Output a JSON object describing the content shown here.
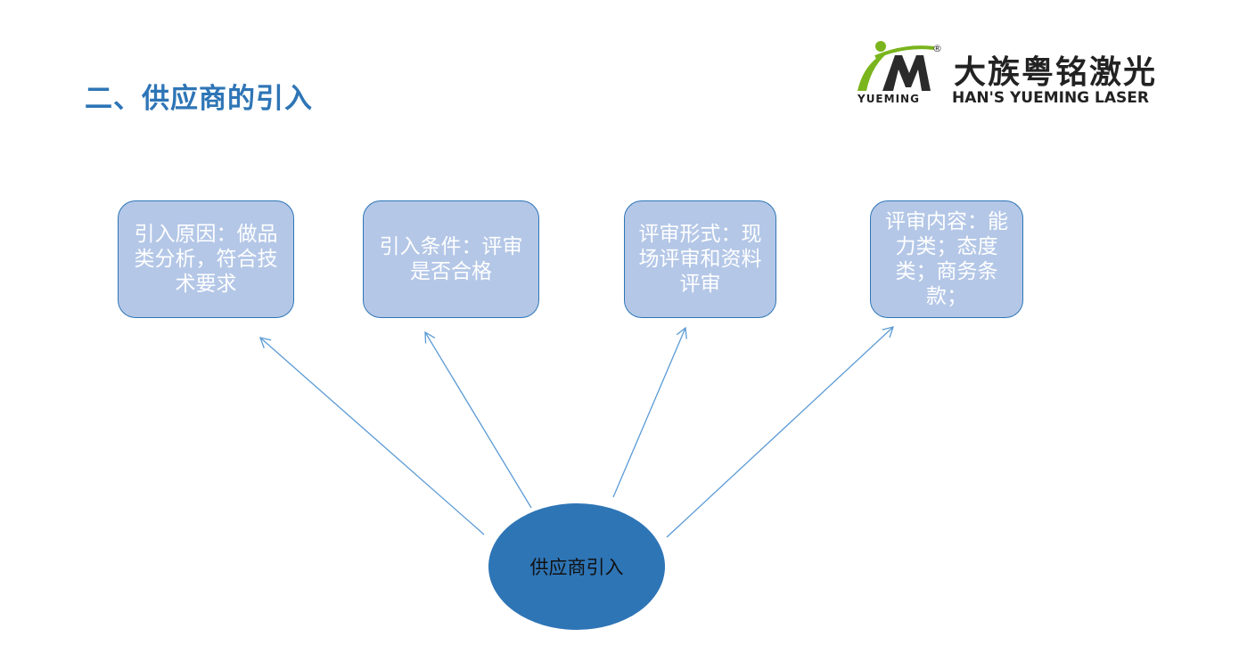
{
  "title": "二、供应商的引入",
  "logo": {
    "chinese": "大族粤铭激光",
    "registered": "®",
    "english_left": "YUEMING",
    "english_right": "HAN'S YUEMING LASER",
    "colors": {
      "green": "#7ab51d",
      "dark": "#222222"
    }
  },
  "diagram": {
    "center": "供应商引入",
    "boxes": [
      {
        "text": "引入原因：做品类分析，符合技术要求"
      },
      {
        "text": "引入条件：评审是否合格"
      },
      {
        "text": "评审形式：现场评审和资料评审"
      },
      {
        "text": "评审内容：能力类；态度类；商务条款；"
      }
    ]
  },
  "colors": {
    "accent": "#2e75b6",
    "box_fill": "#b4c7e7",
    "arrow": "#5b9bd5"
  }
}
